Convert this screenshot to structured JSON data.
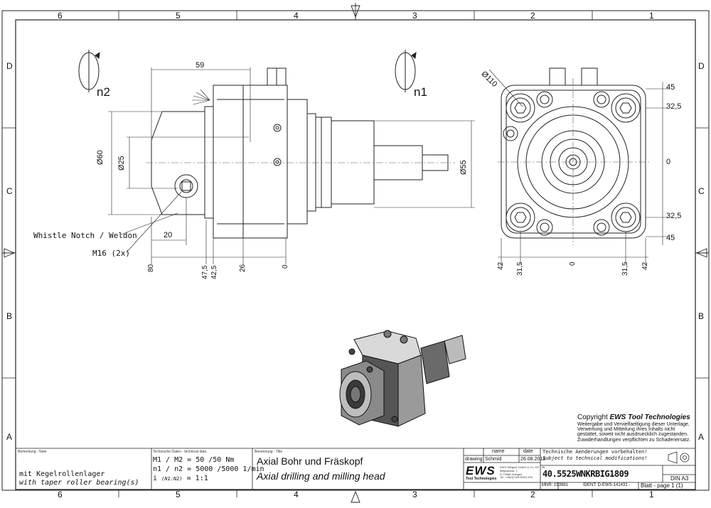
{
  "frame": {
    "col_labels": [
      "6",
      "5",
      "4",
      "3",
      "2",
      "1"
    ],
    "row_labels": [
      "D",
      "C",
      "B",
      "A"
    ]
  },
  "rotation": {
    "n2": "n2",
    "n1": "n1"
  },
  "side_view": {
    "dim_59": "59",
    "dim_60": "Ø60",
    "dim_25": "Ø25",
    "dim_55": "Ø55",
    "dim_20": "20",
    "bottom_dims": [
      "80",
      "47,5",
      "42,5",
      "26",
      "0"
    ],
    "callout_whistle": "Whistle Notch / Weldon",
    "callout_m16": "M16 (2x)"
  },
  "front_view": {
    "dim_110": "Ø110",
    "right_dims": [
      "45",
      "32,5",
      "0",
      "32,5",
      "45"
    ],
    "bottom_dims": [
      "42",
      "31,5",
      "0",
      "31,5",
      "42"
    ]
  },
  "copyright": {
    "prefix": "Copyright ",
    "brand": "EWS Tool Technologies",
    "lines": [
      "Weitergabe und Vervielfaeltigung dieser Unterlage,",
      "Verwertung und Mitteilung ihres Inhalts nicht",
      "gestattet, soweit nicht ausdruecklich zugestanden.",
      "Zuwiderhandlungen verpflichten zu Schadenersatz."
    ]
  },
  "title_block": {
    "remarks_label": "Bemerkung - Note",
    "remarks_de": "mit Kegelrollenlager",
    "remarks_en": "with taper roller bearing(s)",
    "tech_label": "Technische Daten - technical data",
    "tech_line1": "M1 / M2 = 50  /50  Nm",
    "tech_line2": "n1 / n2 = 5000 /5000  1/min",
    "tech_line3_prefix": "i",
    "tech_line3_sub": "(N1:N2)",
    "tech_line3_value": "= 1:1",
    "name_label": "Benennung - Title",
    "title_de": "Axial Bohr und Fräskopf",
    "title_en": "Axial drilling and milling head",
    "col_name": "name",
    "col_date": "date",
    "drawing_label": "drawing",
    "drawing_name": "Schmid",
    "drawing_date": "26.08.2013",
    "logo": "EWS",
    "logo_sub": "Tool Technologies",
    "company_lines": [
      "EWS Weigele GmbH & Co. KG",
      "Maybachstr. 1",
      "D-73066 Uhingen",
      "Tel. +49(0)7161/9304-100"
    ],
    "changes_de": "Technische Aenderungen vorbehalten!",
    "changes_en": "Subject to technical modifications!",
    "nr_label": "Nr.",
    "part_number": "40.5525WNKRBIG1809",
    "mnr": "MNR: 153981",
    "ident": "IDENT: D-EWS-141431 -",
    "page": "Blatt - page  1 (1)",
    "din": "DIN A3"
  }
}
